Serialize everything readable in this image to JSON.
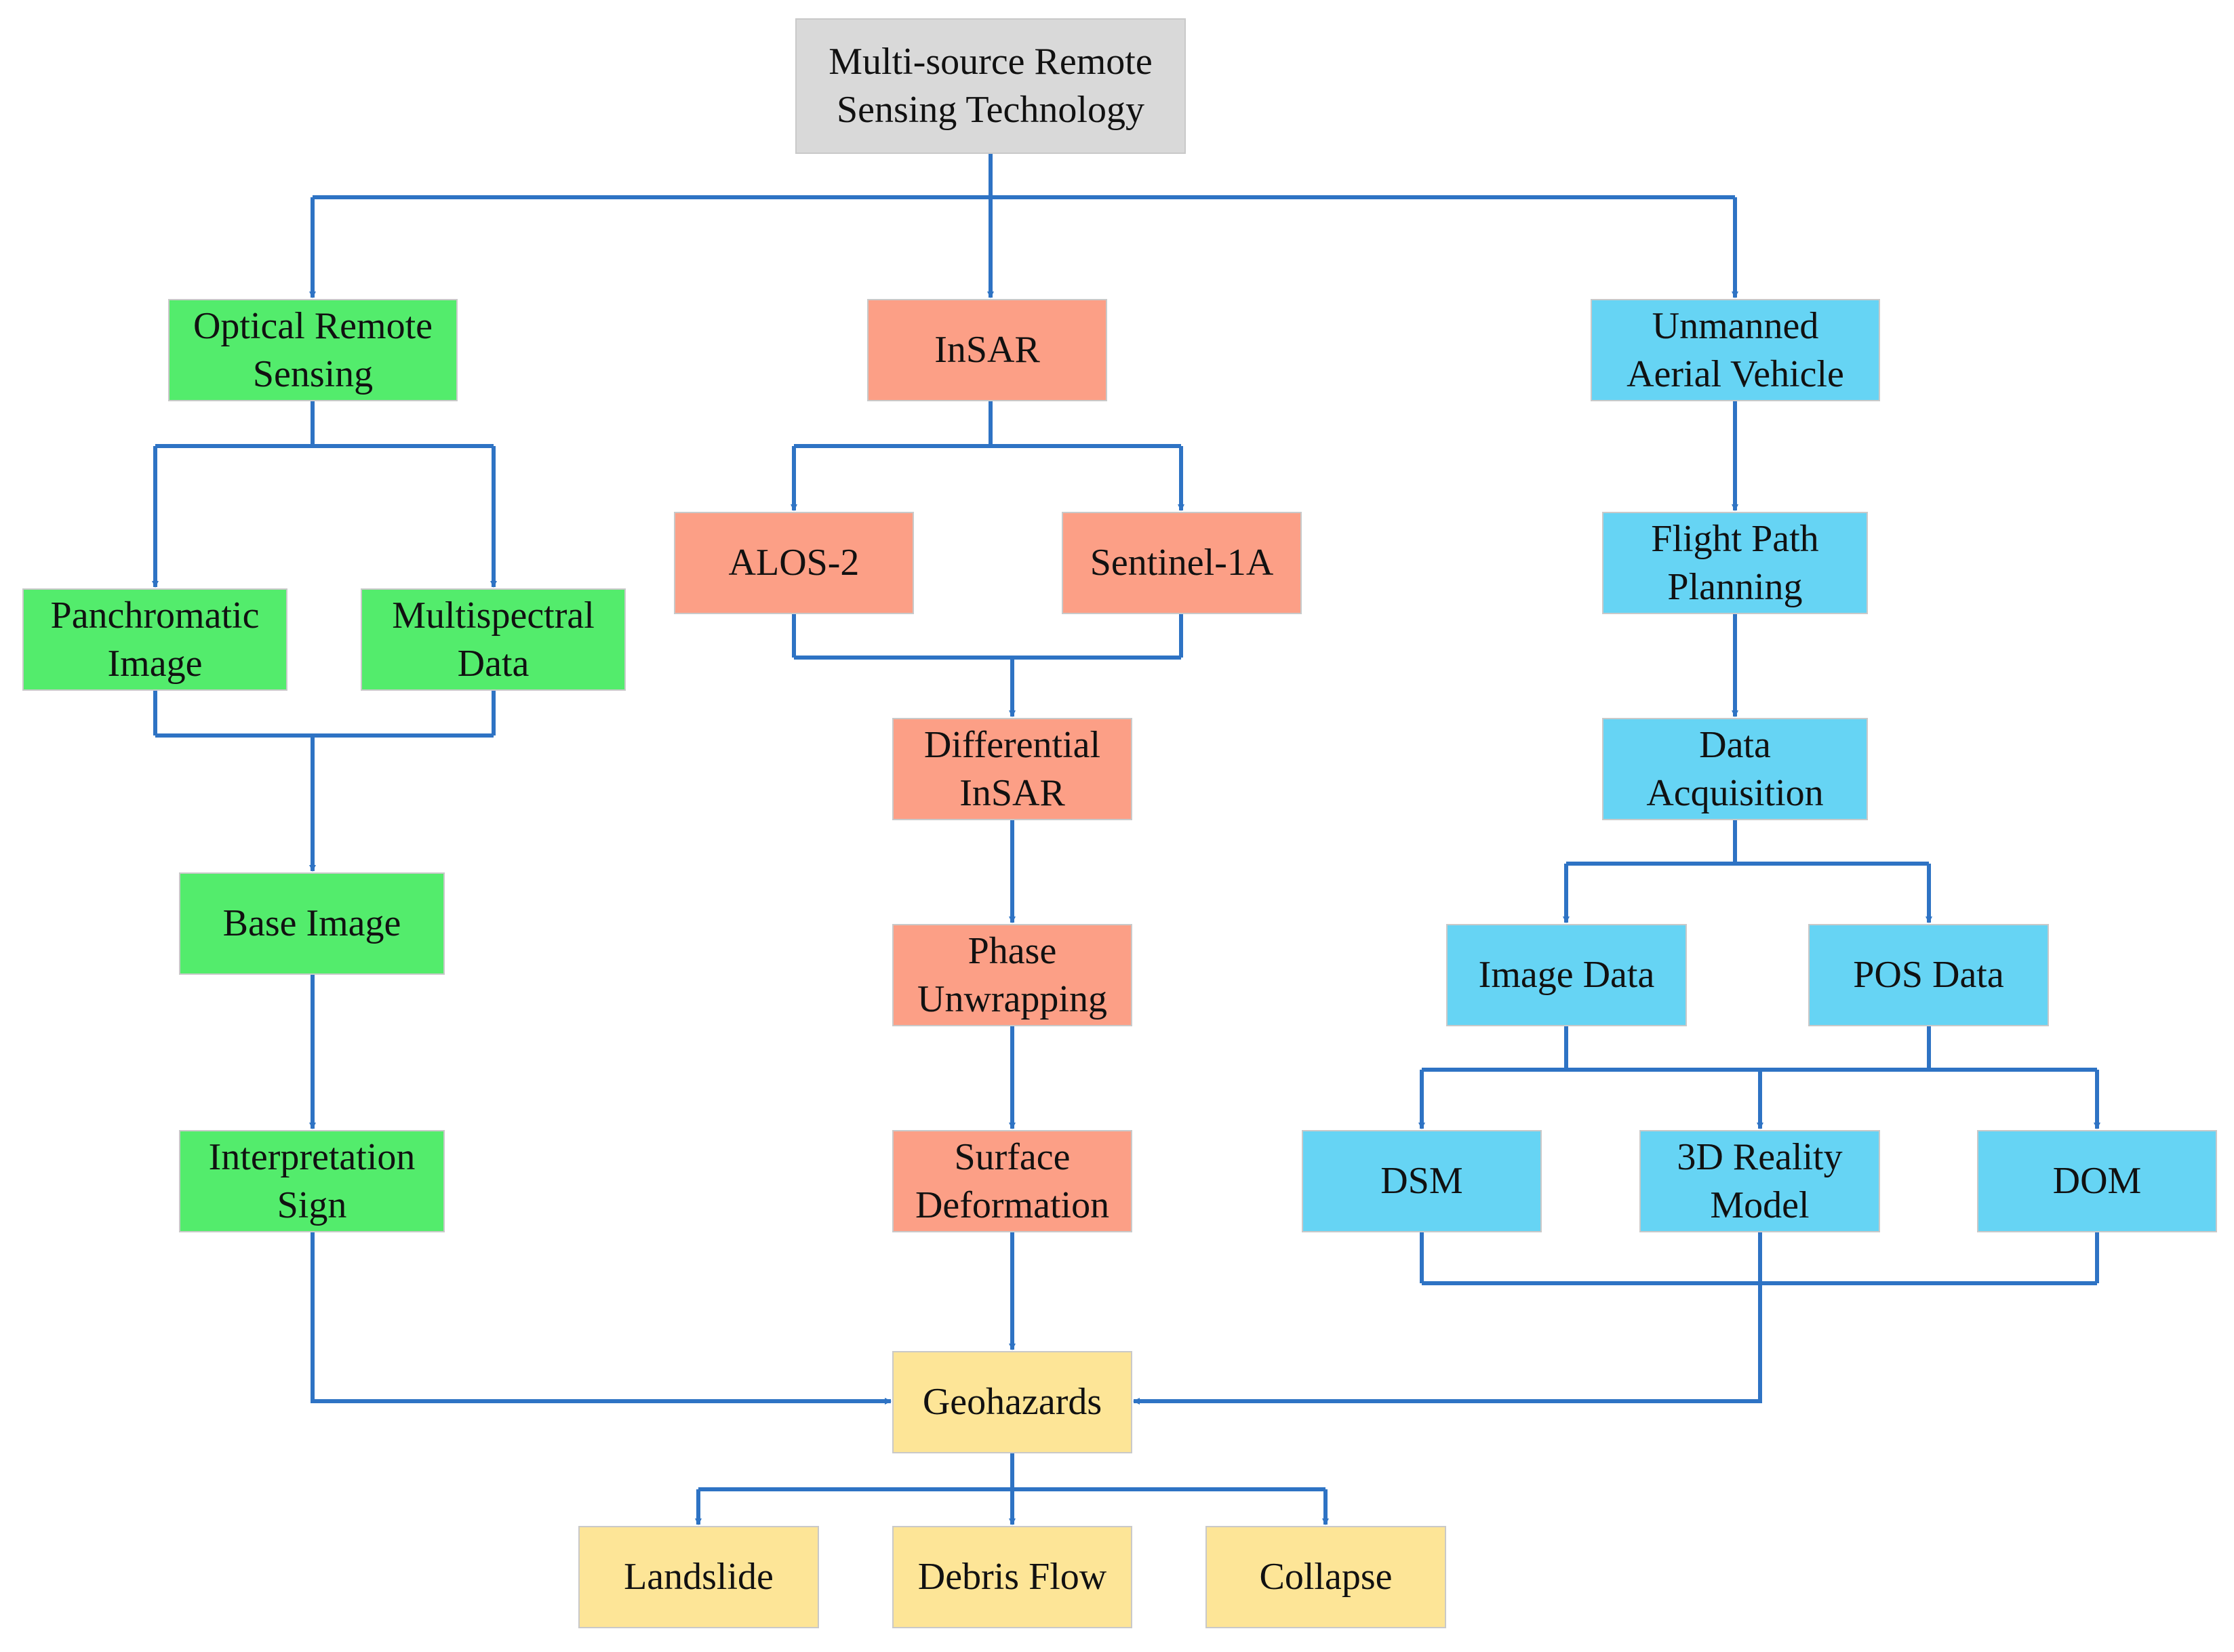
{
  "colors": {
    "connector": "#2e73c4",
    "root_fill": "#d9d9d9",
    "optical_fill": "#53ec6c",
    "insar_fill": "#fc9f86",
    "uav_fill": "#66d4f4",
    "hazard_fill": "#fde597"
  },
  "nodes": {
    "root": "Multi-source Remote\nSensing Technology",
    "optical": "Optical Remote\nSensing",
    "panchromatic": "Panchromatic\nImage",
    "multispectral": "Multispectral\nData",
    "base_image": "Base Image",
    "interpretation": "Interpretation\nSign",
    "insar": "InSAR",
    "alos2": "ALOS-2",
    "sentinel1a": "Sentinel-1A",
    "dinsar": "Differential\nInSAR",
    "phase": "Phase\nUnwrapping",
    "surface": "Surface\nDeformation",
    "uav": "Unmanned\nAerial Vehicle",
    "flight": "Flight Path\nPlanning",
    "acquisition": "Data\nAcquisition",
    "image_data": "Image Data",
    "pos_data": "POS Data",
    "dsm": "DSM",
    "reality": "3D Reality\nModel",
    "dom": "DOM",
    "geohazards": "Geohazards",
    "landslide": "Landslide",
    "debris": "Debris Flow",
    "collapse": "Collapse"
  }
}
